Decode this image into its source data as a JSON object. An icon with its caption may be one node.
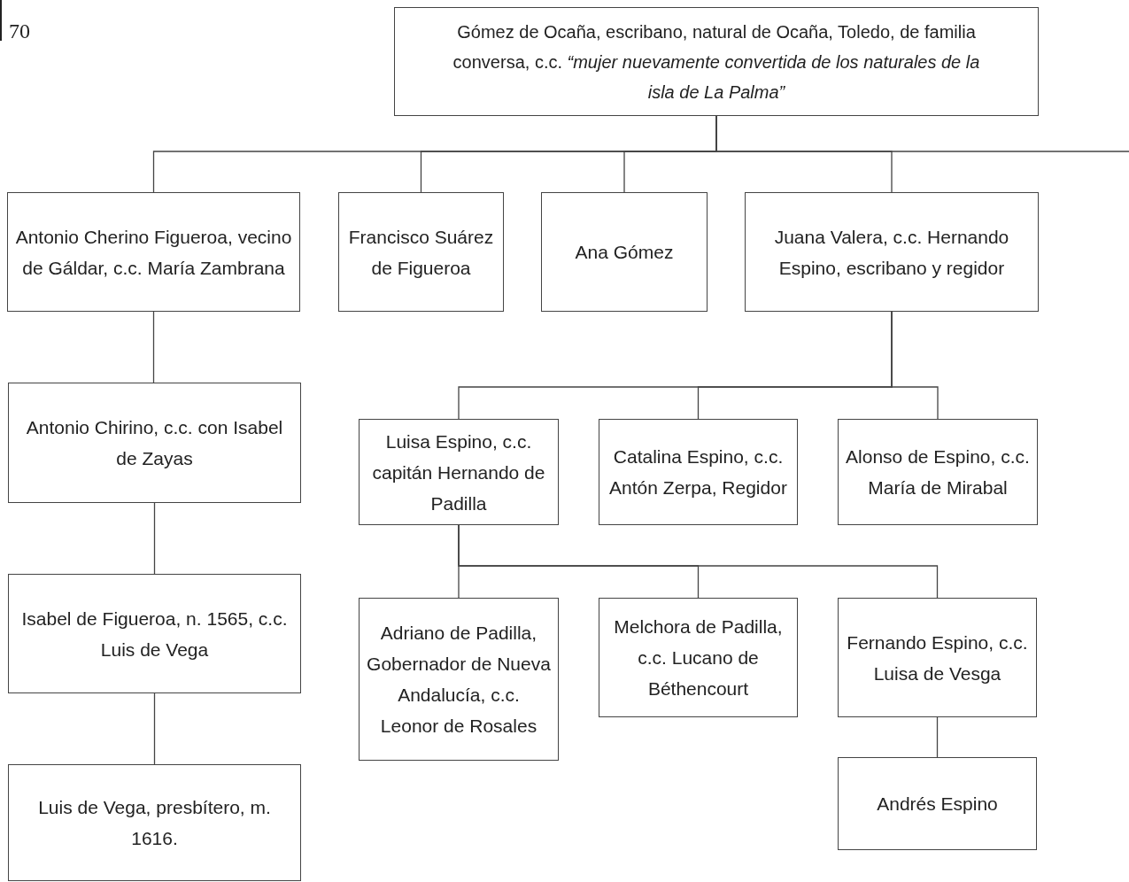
{
  "diagram": {
    "nodes": [
      {
        "text": [
          "Gómez de Ocaña, escribano, natural de Ocaña, Toledo, de familia conversa, c.c. *“mujer nuevamente convertida de los naturales de la isla de La Palma”*"
        ]
      },
      {
        "text": [
          "Antonio Cherino Figueroa, vecino de Gáldar, c.c. María Zambrana"
        ]
      },
      {
        "text": [
          "Francisco Suárez de Figueroa"
        ]
      },
      {
        "text": [
          "Ana Gómez"
        ]
      },
      {
        "text": [
          "Juana Valera, c.c. Hernando Espino, escribano y regidor"
        ]
      },
      {
        "text": [
          "Antonio Chirino, c.c. con Isabel de Zayas"
        ]
      },
      {
        "text": [
          "Luisa Espino, c.c. capitán Hernando de Padilla"
        ]
      },
      {
        "text": [
          "Catalina Espino, c.c. Antón Zerpa, Regidor"
        ]
      },
      {
        "text": [
          "Alonso de Espino, c.c. María de Mirabal"
        ]
      },
      {
        "text": [
          "Isabel de Figueroa, n. 1565, c.c. Luis de Vega"
        ]
      },
      {
        "text": [
          "Adriano de Padilla, Gobernador de Nueva Andalucía, c.c. Leonor de Rosales"
        ]
      },
      {
        "text": [
          "Melchora de Padilla, c.c. Lucano de Béthencourt"
        ]
      },
      {
        "text": [
          "Fernando Espino, c.c. Luisa de Vesga"
        ]
      },
      {
        "text": [
          "Luis de Vega, presbítero, m. 1616."
        ]
      },
      {
        "text": [
          "Andrés Espino"
        ]
      }
    ],
    "edges": [
      {
        "from": 0,
        "to": 1,
        "arrow": "none"
      },
      {
        "from": 0,
        "to": 2,
        "arrow": "none"
      },
      {
        "from": 0,
        "to": 3,
        "arrow": "none"
      },
      {
        "from": 0,
        "to": 4,
        "arrow": "none"
      },
      {
        "from": 0,
        "to": null,
        "arrow": "none"
      },
      {
        "from": 1,
        "to": 5,
        "arrow": "none"
      },
      {
        "from": 5,
        "to": 9,
        "arrow": "none"
      },
      {
        "from": 9,
        "to": 13,
        "arrow": "none"
      },
      {
        "from": 4,
        "to": 6,
        "arrow": "none"
      },
      {
        "from": 4,
        "to": 7,
        "arrow": "none"
      },
      {
        "from": 4,
        "to": 8,
        "arrow": "none"
      },
      {
        "from": 6,
        "to": 10,
        "arrow": "none"
      },
      {
        "from": 6,
        "to": 11,
        "arrow": "none"
      },
      {
        "from": 6,
        "to": 12,
        "arrow": "none"
      },
      {
        "from": 12,
        "to": 14,
        "arrow": "none"
      }
    ],
    "labels": [
      "70"
    ]
  }
}
